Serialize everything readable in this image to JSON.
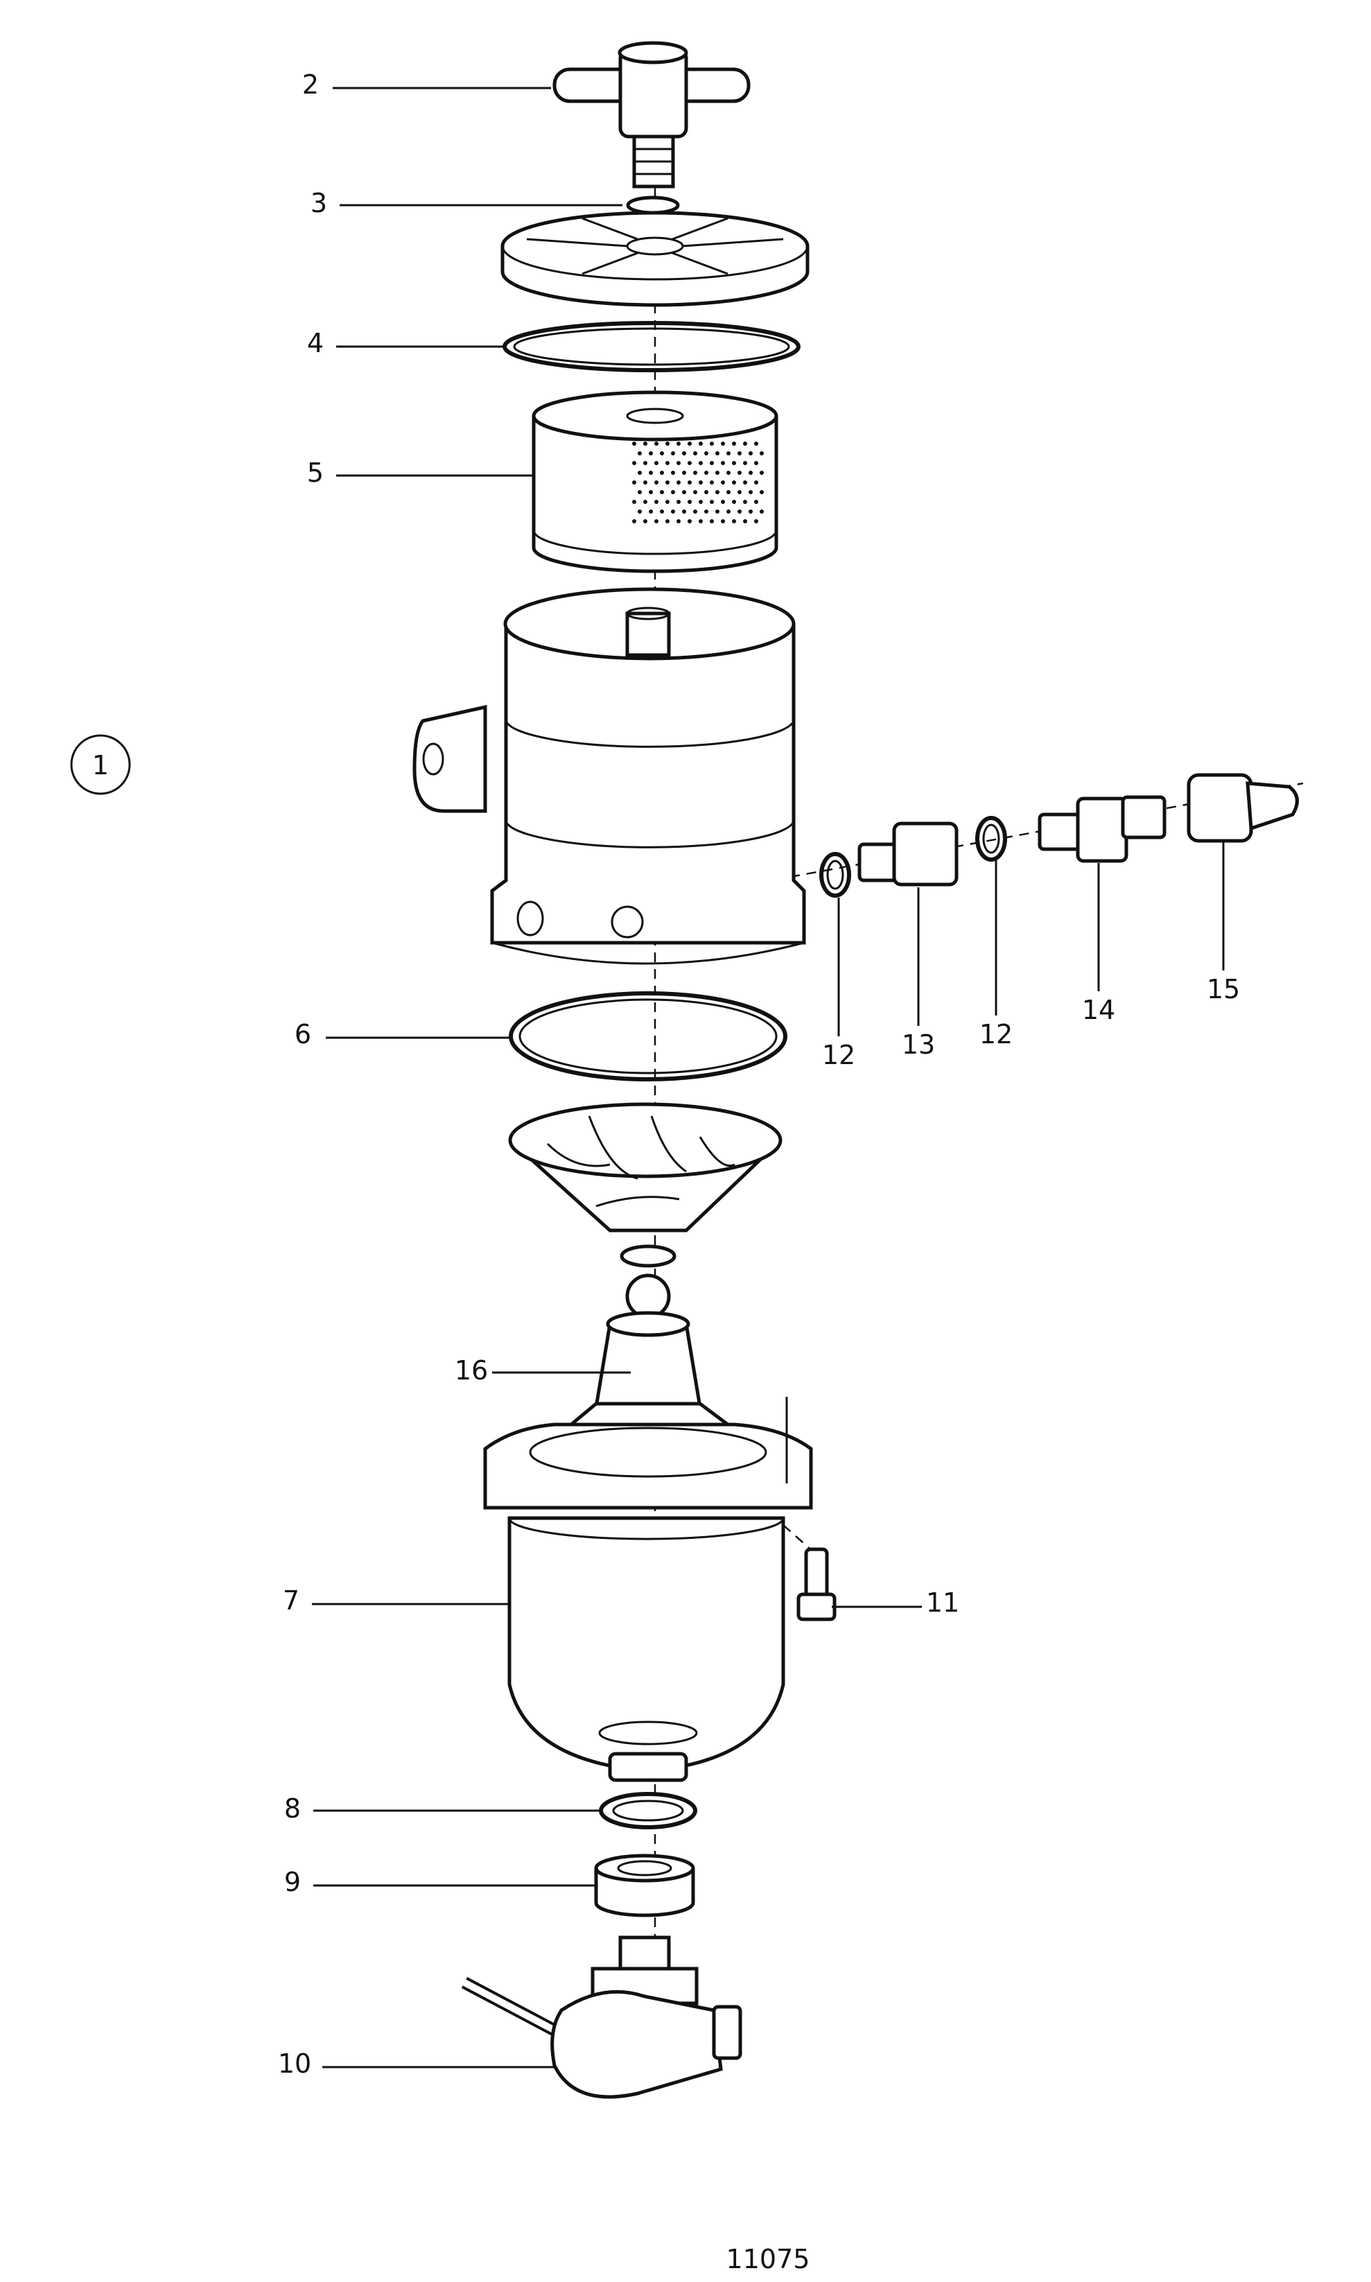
{
  "figure": {
    "view_number": "1",
    "drawing_number": "11075"
  },
  "callouts": [
    {
      "id": "c2",
      "label": "2"
    },
    {
      "id": "c3",
      "label": "3"
    },
    {
      "id": "c4",
      "label": "4"
    },
    {
      "id": "c5",
      "label": "5"
    },
    {
      "id": "c6",
      "label": "6"
    },
    {
      "id": "c7",
      "label": "7"
    },
    {
      "id": "c8",
      "label": "8"
    },
    {
      "id": "c9",
      "label": "9"
    },
    {
      "id": "c10",
      "label": "10"
    },
    {
      "id": "c11",
      "label": "11"
    },
    {
      "id": "c12a",
      "label": "12"
    },
    {
      "id": "c12b",
      "label": "12"
    },
    {
      "id": "c13",
      "label": "13"
    },
    {
      "id": "c14",
      "label": "14"
    },
    {
      "id": "c15",
      "label": "15"
    },
    {
      "id": "c16",
      "label": "16"
    }
  ]
}
